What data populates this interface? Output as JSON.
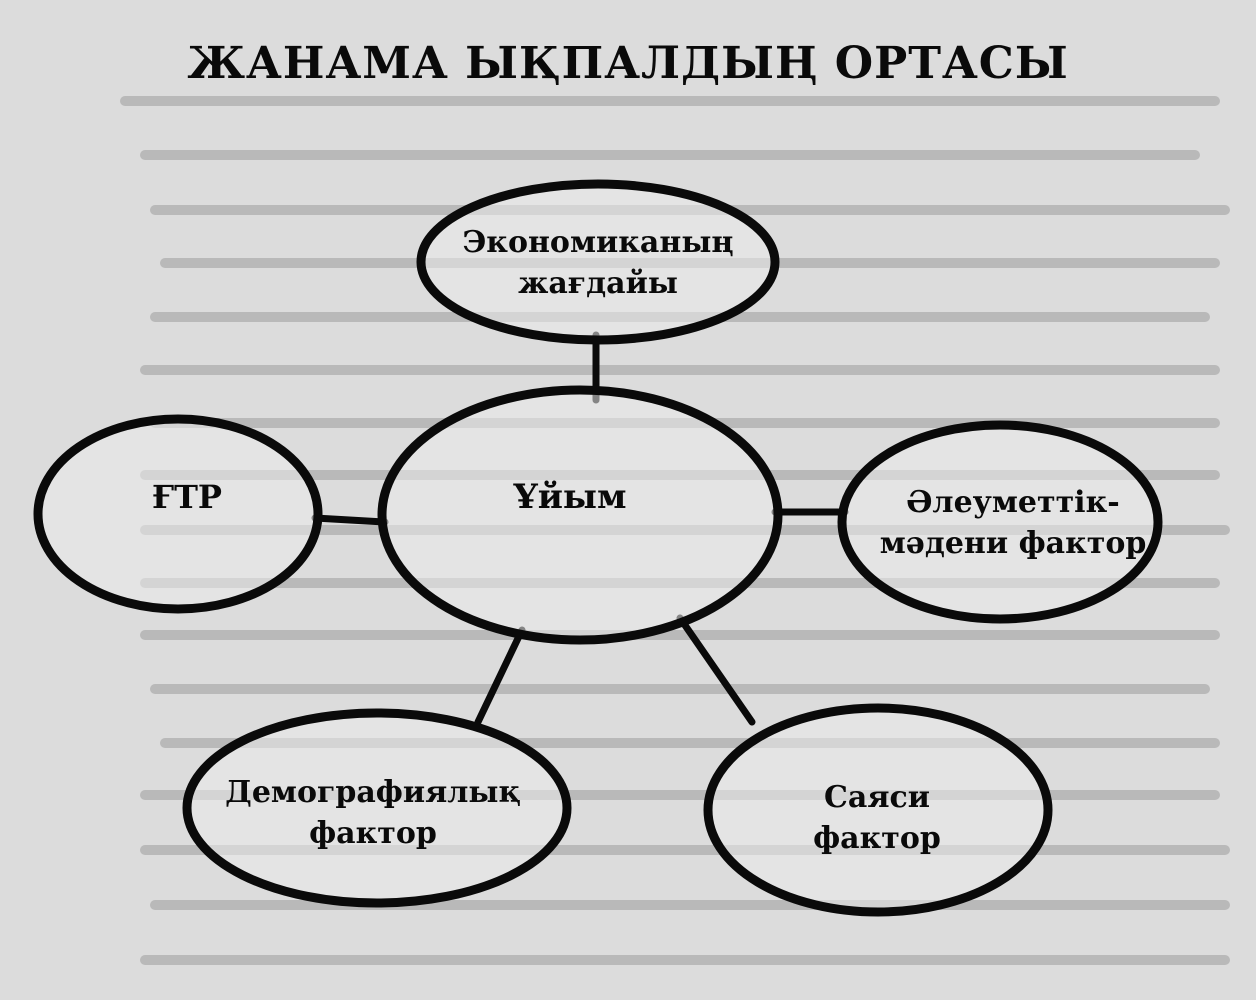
{
  "title": "ЖАНАМА ЫҚПАЛДЫҢ ОРТАСЫ",
  "nodes": {
    "center": "Ұйым",
    "economy": [
      "Экономиканың",
      "жағдайы"
    ],
    "science": "ҒТР",
    "social": [
      "Әлеуметтік-",
      "мәдени фактор"
    ],
    "demographic": [
      "Демографиялық",
      "фактор"
    ],
    "political": [
      "Саяси",
      "фактор"
    ]
  }
}
